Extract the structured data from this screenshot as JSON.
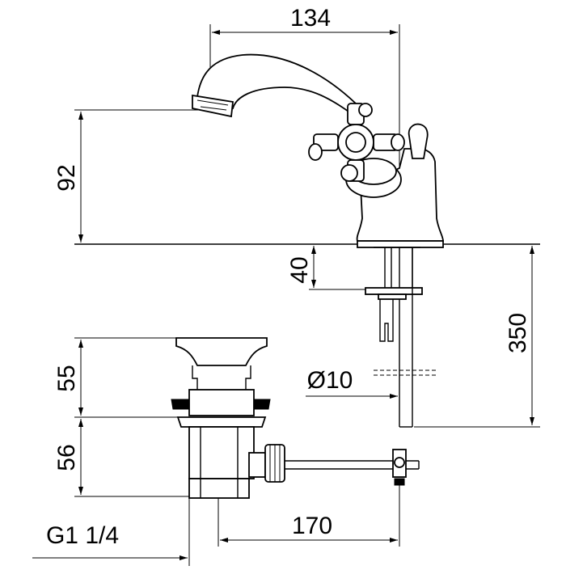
{
  "dimensions": {
    "spout_reach": "134",
    "spout_height": "92",
    "mounting_depth": "40",
    "supply_length": "350",
    "pipe_diameter": "Ø10",
    "drain_upper_height": "55",
    "drain_lower_height": "56",
    "drain_thread": "G1 1/4",
    "rod_length": "170"
  },
  "colors": {
    "line": "#000000",
    "background": "#ffffff"
  }
}
